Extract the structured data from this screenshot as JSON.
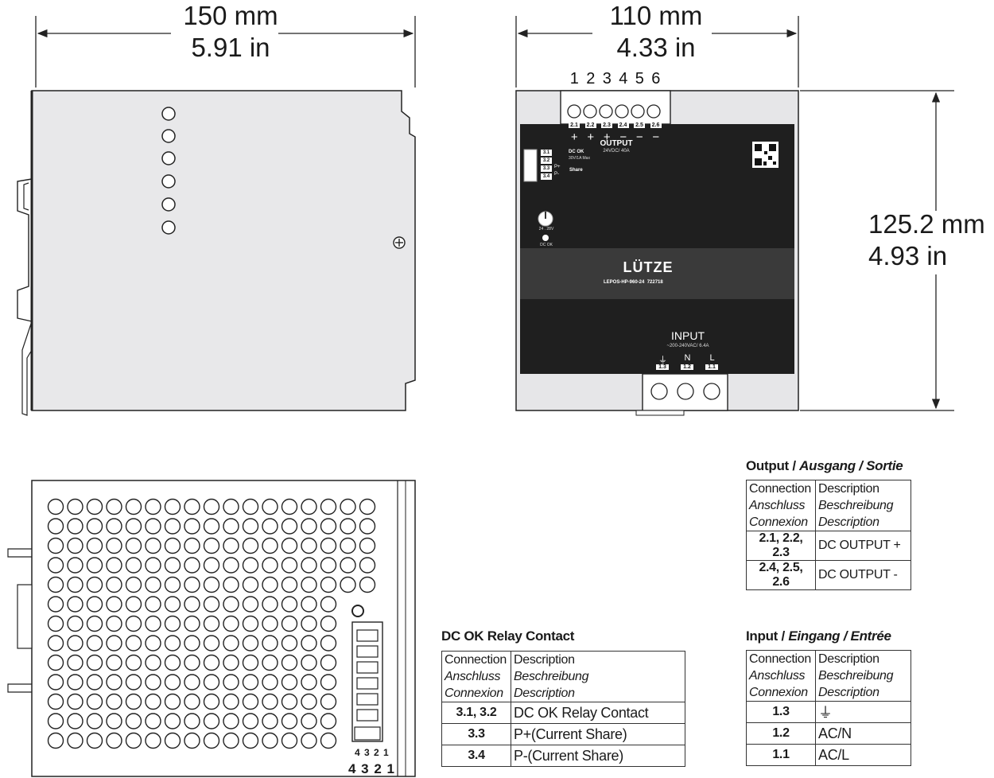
{
  "dimensions": {
    "width_mm": "150 mm",
    "width_in": "5.91 in",
    "depth_mm": "110 mm",
    "depth_in": "4.33 in",
    "height_mm": "125.2 mm",
    "height_in": "4.93 in"
  },
  "front_panel": {
    "terminal_numbers": [
      "1",
      "2",
      "3",
      "4",
      "5",
      "6"
    ],
    "output_terminals": [
      "2.1",
      "2.2",
      "2.3",
      "2.4",
      "2.5",
      "2.6"
    ],
    "output_polarity": [
      "+",
      "+",
      "+",
      "−",
      "−",
      "−"
    ],
    "output_label": "OUTPUT",
    "output_rating": "24VDC/ 40A",
    "signal_terminals": [
      "3.1",
      "3.2",
      "3.3",
      "3.4"
    ],
    "dc_ok_label": "DC OK",
    "relay_rating": "30V/1A Max",
    "p_plus": "P+",
    "p_minus": "P-",
    "share_label": "Share",
    "pot_range": "24 . 28V",
    "led_label": "DC OK",
    "brand": "LÜTZE",
    "model": "LEPOS-HP-960-24",
    "part_no": "722718",
    "input_label": "INPUT",
    "input_rating": "~200-240VAC/ 6.4A",
    "input_symbols": [
      "⏚",
      "N",
      "L"
    ],
    "input_terminals": [
      "1.3",
      "1.2",
      "1.1"
    ]
  },
  "bottom_view": {
    "pin_numbers_small": "4 3 2 1",
    "pin_numbers_large": "4 3 2 1"
  },
  "output_table": {
    "title_bold": "Output / ",
    "title_italic": "Ausgang / Sortie",
    "header_col1": [
      "Connection",
      "Anschluss",
      "Connexion"
    ],
    "header_col2": [
      "Description",
      "Beschreibung",
      "Description"
    ],
    "rows": [
      {
        "connection": "2.1, 2.2, 2.3",
        "description": "DC OUTPUT +"
      },
      {
        "connection": "2.4, 2.5, 2.6",
        "description": "DC OUTPUT -"
      }
    ]
  },
  "dcok_table": {
    "title": "DC OK Relay Contact",
    "header_col1": [
      "Connection",
      "Anschluss",
      "Connexion"
    ],
    "header_col2": [
      "Description",
      "Beschreibung",
      "Description"
    ],
    "rows": [
      {
        "connection": "3.1, 3.2",
        "description": "DC OK  Relay Contact"
      },
      {
        "connection": "3.3",
        "description": "P+(Current Share)"
      },
      {
        "connection": "3.4",
        "description": "P-(Current Share)"
      }
    ]
  },
  "input_table": {
    "title_bold": "Input / ",
    "title_italic": "Eingang / Entrée",
    "header_col1": [
      "Connection",
      "Anschluss",
      "Connexion"
    ],
    "header_col2": [
      "Description",
      "Beschreibung",
      "Description"
    ],
    "rows": [
      {
        "connection": "1.3",
        "description": "⏚"
      },
      {
        "connection": "1.2",
        "description": "AC/N"
      },
      {
        "connection": "1.1",
        "description": "AC/L"
      }
    ]
  }
}
